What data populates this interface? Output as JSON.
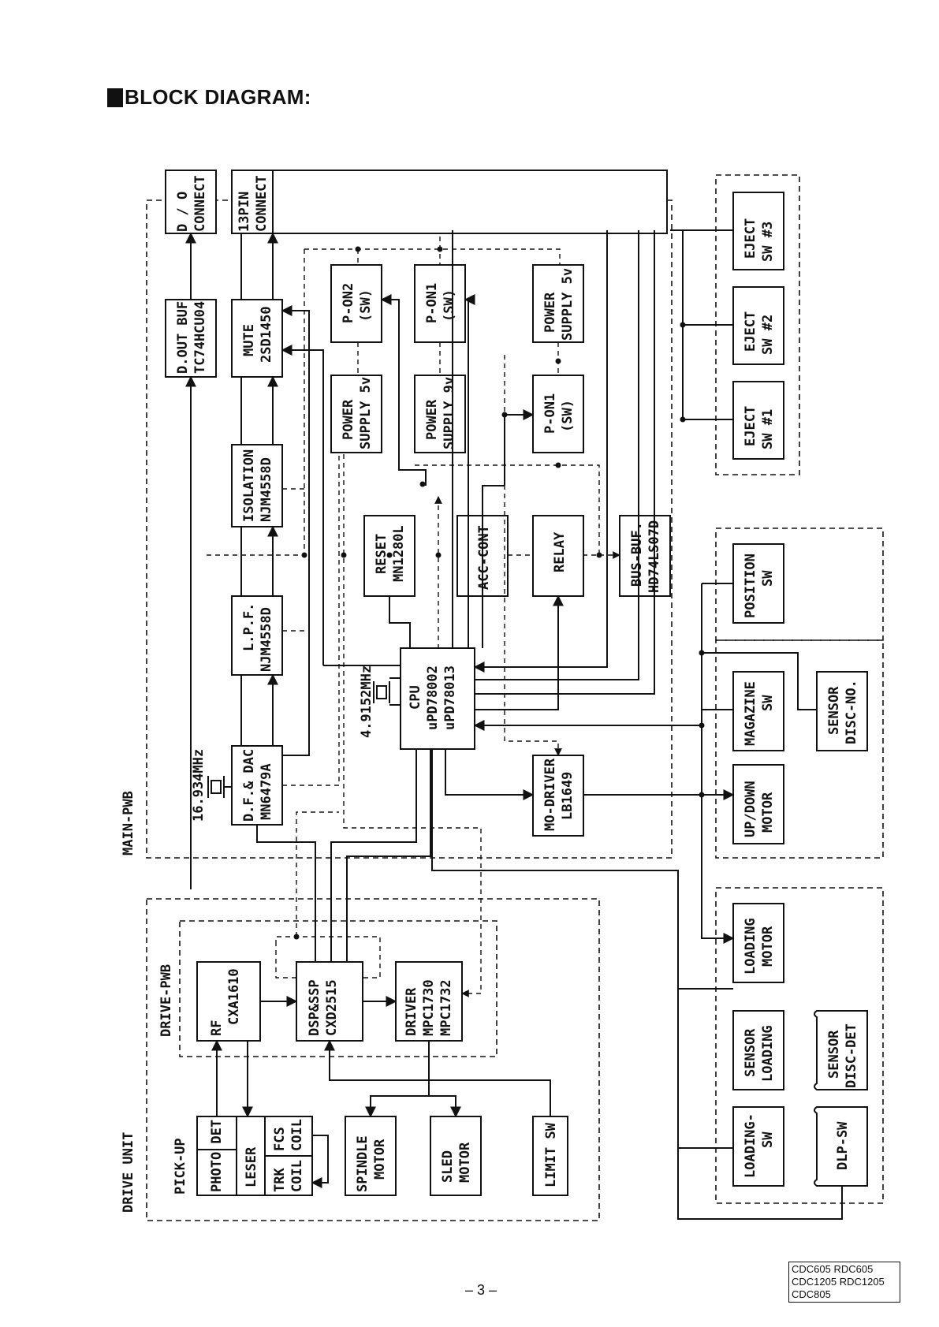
{
  "page": {
    "title": "BLOCK DIAGRAM:",
    "page_number": "– 3 –",
    "models": [
      "CDC605  RDC605",
      "CDC1205 RDC1205",
      "CDC805"
    ]
  },
  "regions": {
    "main_pwb": "MAIN-PWB",
    "drive_unit": "DRIVE UNIT",
    "drive_pwb": "DRIVE-PWB",
    "pick_up": "PICK-UP"
  },
  "blocks": {
    "d_o_connect": [
      "D / O",
      "CONNECT"
    ],
    "pin13_connect": [
      "13PIN",
      "CONNECT"
    ],
    "d_out_buf": [
      "D.OUT BUF",
      "TC74HCU04"
    ],
    "mute": [
      "MUTE",
      "2SD1450"
    ],
    "isolation": [
      "ISOLATION",
      "NJM4558D"
    ],
    "lpf": [
      "L.P.F.",
      "NJM4558D"
    ],
    "dac": [
      "D.F.& DAC",
      "MN6479A"
    ],
    "p_on2": [
      "P-ON2",
      "(SW)"
    ],
    "power_supply_5v_a": [
      "POWER",
      "SUPPLY 5v"
    ],
    "p_on1_a": [
      "P-ON1",
      "(SW)"
    ],
    "power_supply_9v": [
      "POWER",
      "SUPPLY 9v"
    ],
    "power_supply_5v_b": [
      "POWER",
      "SUPPLY 5v"
    ],
    "p_on1_b": [
      "P-ON1",
      "(SW)"
    ],
    "reset": [
      "RESET",
      "MN1280L"
    ],
    "acc_cont": [
      "ACC-CONT"
    ],
    "relay": [
      "RELAY"
    ],
    "bus_buf": [
      "BUS-BUF.",
      "HD74LS07D"
    ],
    "cpu": [
      "CPU",
      "uPD78002",
      "uPD78013"
    ],
    "mo_driver": [
      "MO-DRIVER",
      "LB1649"
    ],
    "rf": [
      "RF",
      "CXA1610"
    ],
    "dsp": [
      "DSP&SSP",
      "CXD2515"
    ],
    "driver": [
      "DRIVER",
      "MPC1730",
      "MPC1732"
    ],
    "photo_det": [
      "PHOTO DET"
    ],
    "leser": [
      "LESER"
    ],
    "fcs_coil": [
      "FCS",
      "COIL"
    ],
    "trk_coil": [
      "TRK",
      "COIL"
    ],
    "spindle_motor": [
      "SPINDLE",
      "MOTOR"
    ],
    "sled_motor": [
      "SLED",
      "MOTOR"
    ],
    "limit_sw": [
      "LIMIT SW"
    ],
    "eject_sw3": [
      "EJECT",
      "SW #3"
    ],
    "eject_sw2": [
      "EJECT",
      "SW #2"
    ],
    "eject_sw1": [
      "EJECT",
      "SW #1"
    ],
    "position_sw": [
      "POSITION",
      "SW"
    ],
    "magazine_sw": [
      "MAGAZINE",
      "SW"
    ],
    "sensor_disc_no": [
      "SENSOR",
      "DISC-NO."
    ],
    "updown_motor": [
      "UP/DOWN",
      "MOTOR"
    ],
    "loading_motor": [
      "LOADING",
      "MOTOR"
    ],
    "sensor_loading": [
      "SENSOR",
      "LOADING"
    ],
    "sensor_disc_det": [
      "SENSOR",
      "DISC-DET"
    ],
    "loading_sw": [
      "LOADING-",
      "SW"
    ],
    "dlp_sw": [
      "DLP-SW"
    ]
  },
  "clocks": {
    "dac_clock": "16.934MHz",
    "cpu_clock": "4.9152MHz"
  }
}
